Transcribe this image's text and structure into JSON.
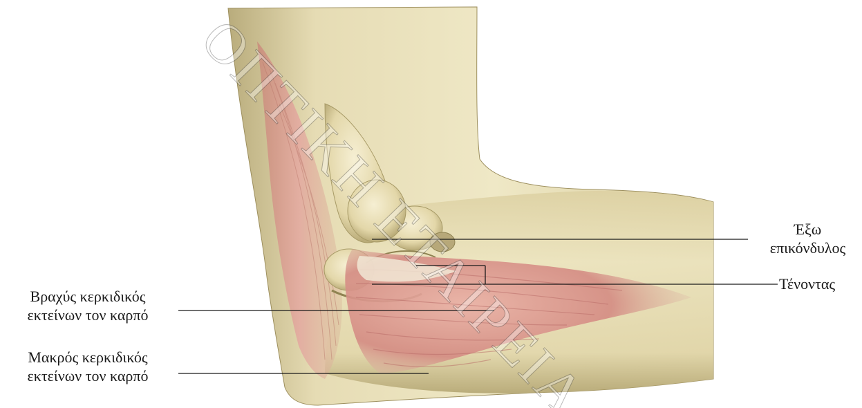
{
  "labels": {
    "lateral_epicondyle_line1": "Έξω",
    "lateral_epicondyle_line2": "επικόνδυλος",
    "tendon": "Τένοντας",
    "ecrb_line1": "Βραχύς κερκιδικός",
    "ecrb_line2": "εκτείνων τον καρπό",
    "ecrl_line1": "Μακρός κερκιδικός",
    "ecrl_line2": "εκτείνων τον καρπό"
  },
  "watermark": "ΟΠΤΙΚΗ ΕΤΑΙΡΕΙΑ",
  "colors": {
    "skin_light": "#efe8c4",
    "skin_mid": "#d8cc9c",
    "skin_dark": "#a89a6a",
    "muscle": "#d98e86",
    "muscle_dark": "#c06a66",
    "bone": "#e9dfb8",
    "leader_line": "#1a1a1a"
  }
}
